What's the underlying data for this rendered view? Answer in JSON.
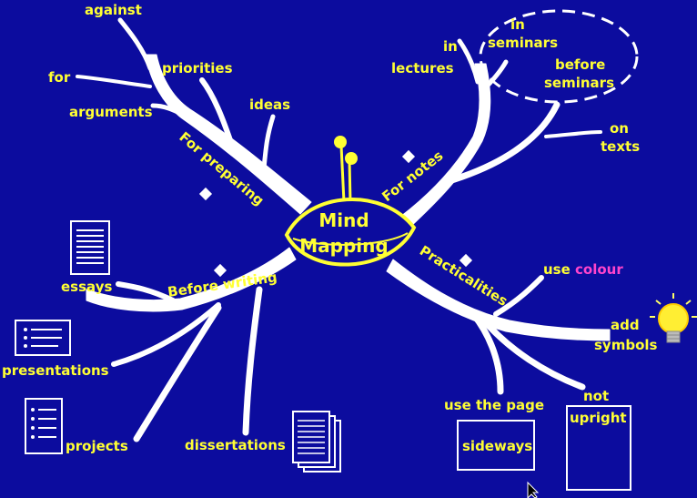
{
  "center": {
    "line1": "Mind",
    "line2": "Mapping"
  },
  "branches": {
    "preparing": "For preparing",
    "notes": "For notes",
    "writing": "Before writing",
    "practical": "Practicalities"
  },
  "leaves": {
    "against": "against",
    "for": "for",
    "arguments": "arguments",
    "priorities": "priorities",
    "ideas": "ideas",
    "in_lectures_1": "in",
    "in_lectures_2": "lectures",
    "in_seminars_1": "in",
    "in_seminars_2": "seminars",
    "before_seminars_1": "before",
    "before_seminars_2": "seminars",
    "on_texts_1": "on",
    "on_texts_2": "texts",
    "essays": "essays",
    "presentations": "presentations",
    "projects": "projects",
    "dissertations": "dissertations",
    "use": "use",
    "colour": "colour",
    "add_symbols_1": "add",
    "add_symbols_2": "symbols",
    "use_the_page": "use the page",
    "sideways": "sideways",
    "not": "not",
    "upright": "upright"
  },
  "colors": {
    "background": "#0c0c9e",
    "text": "#ffff33",
    "branch": "#ffffff",
    "accent": "#ff44cc"
  }
}
